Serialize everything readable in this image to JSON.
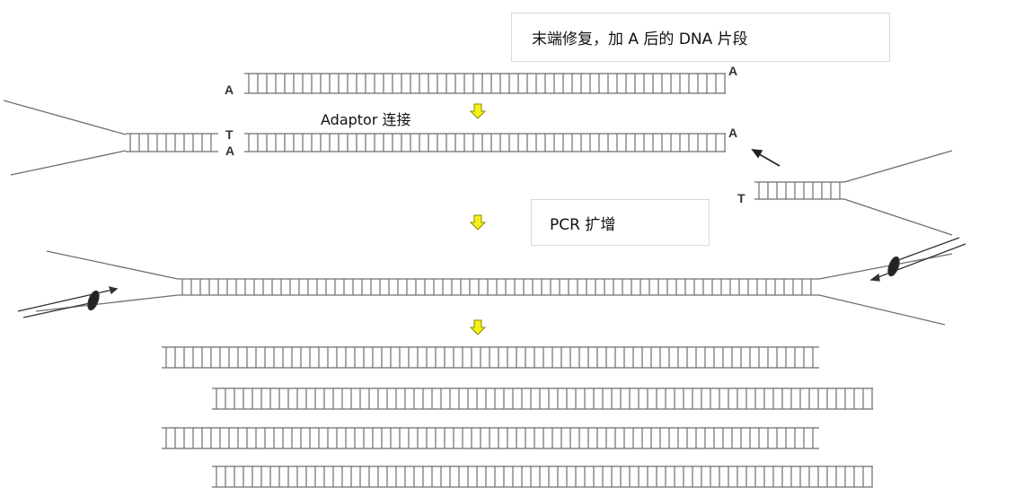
{
  "labels": {
    "end_repair": "末端修复，加 A 后的 DNA 片段",
    "adaptor_ligation": "Adaptor 连接",
    "pcr": "PCR  扩增"
  },
  "bases": {
    "a_top_left": "A",
    "a_top_right": "A",
    "t_left": "T",
    "a_mid_left": "A",
    "a_mid_right": "A",
    "t_right": "T"
  },
  "colors": {
    "strand": "#6e6e6e",
    "arrow_fill": "#f7ef1a",
    "arrow_outline": "#8a8a00",
    "box_border": "#d9d9d9"
  },
  "icons": {
    "step_arrow": "down-arrow-icon",
    "primer": "primer-icon",
    "ligation_pointer": "pointer-arrow-icon"
  }
}
